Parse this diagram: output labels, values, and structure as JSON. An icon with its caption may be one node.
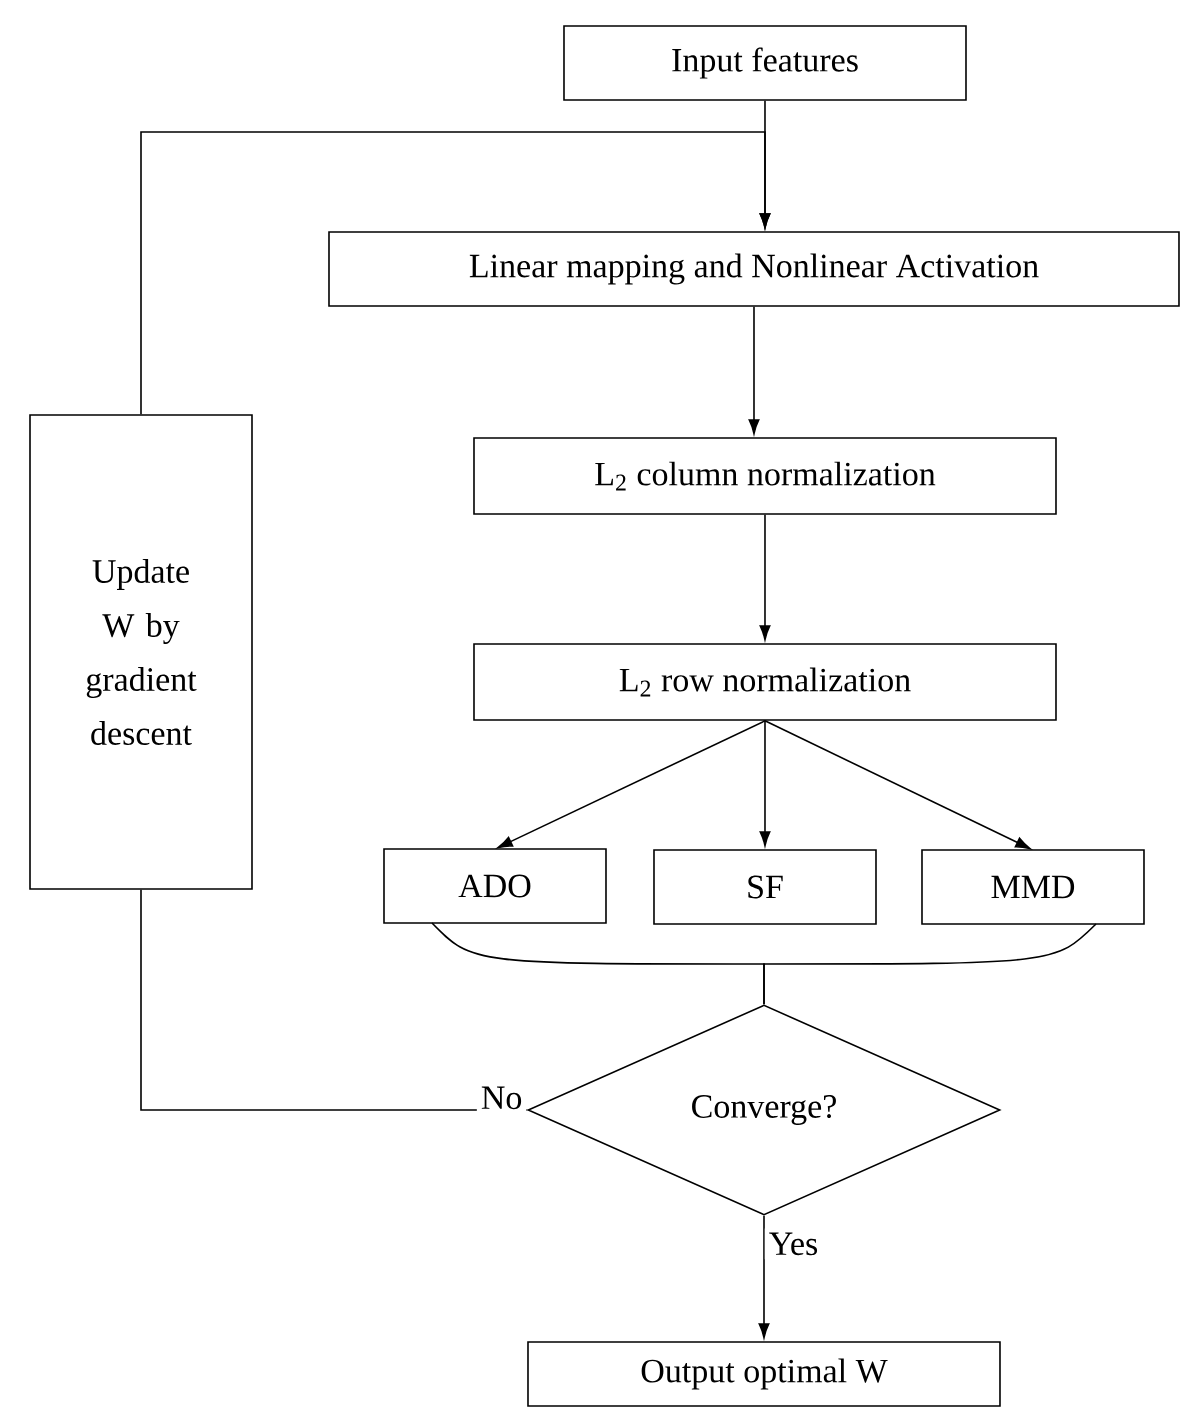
{
  "diagram": {
    "nodes": [
      {
        "text": [
          "Input features"
        ]
      },
      {
        "text": [
          "Linear mapping and Nonlinear Activation"
        ]
      },
      {
        "text": [
          "L$_{2}$ column normalization"
        ]
      },
      {
        "text": [
          "Update W by gradient descent"
        ]
      },
      {
        "text": [
          "L$_{2}$ row normalization"
        ]
      },
      {
        "text": [
          "ADO"
        ]
      },
      {
        "text": [
          "SF"
        ]
      },
      {
        "text": [
          "MMD"
        ]
      },
      {
        "text": [
          "Converge?"
        ]
      },
      {
        "text": [
          "Output optimal W"
        ]
      }
    ],
    "edges": [
      {
        "from": 0,
        "to": 1,
        "arrow": "to"
      },
      {
        "from": 1,
        "to": 2,
        "arrow": "to"
      },
      {
        "from": 2,
        "to": 4,
        "arrow": "to"
      },
      {
        "from": 4,
        "to": 5,
        "arrow": "to"
      },
      {
        "from": 4,
        "to": 6,
        "arrow": "to"
      },
      {
        "from": 4,
        "to": 7,
        "arrow": "to"
      },
      {
        "from": 5,
        "to": 8,
        "arrow": "none"
      },
      {
        "from": 7,
        "to": 8,
        "arrow": "none"
      },
      {
        "from": 8,
        "to": 9,
        "arrow": "to",
        "label": "Yes"
      },
      {
        "from": 8,
        "to": 3,
        "arrow": "none",
        "label": "No"
      },
      {
        "from": 3,
        "to": 1,
        "arrow": "to"
      }
    ]
  }
}
